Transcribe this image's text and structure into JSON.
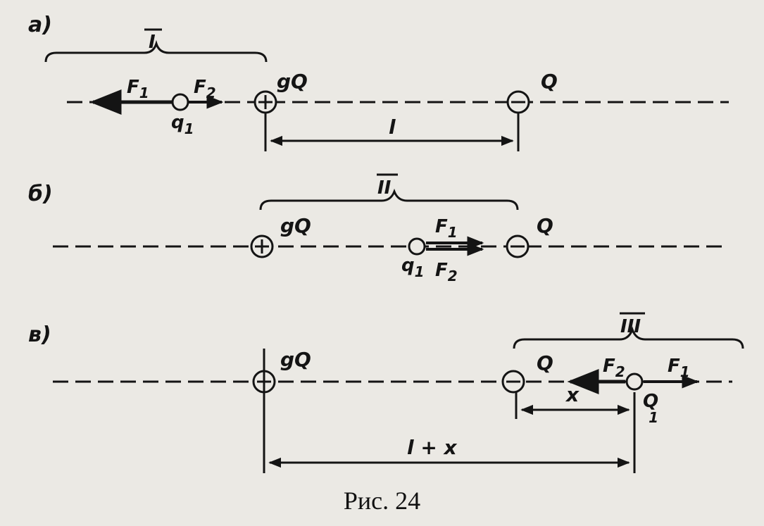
{
  "figure": {
    "caption": "Рис. 24",
    "panels": [
      {
        "id": "a",
        "panel_label": "а)",
        "region_label": "I",
        "charge_big_pos": "gQ",
        "charge_big_neg": "Q",
        "test_charge": "q",
        "test_charge_sub": "1",
        "force_left": "F",
        "force_left_sub": "1",
        "force_right": "F",
        "force_right_sub": "2",
        "distance": "l"
      },
      {
        "id": "b",
        "panel_label": "б)",
        "region_label": "II",
        "charge_big_pos": "gQ",
        "charge_big_neg": "Q",
        "test_charge": "q",
        "test_charge_sub": "1",
        "force_top": "F",
        "force_top_sub": "1",
        "force_bottom": "F",
        "force_bottom_sub": "2"
      },
      {
        "id": "c",
        "panel_label": "в)",
        "region_label": "III",
        "charge_big_pos": "gQ",
        "charge_big_neg": "Q",
        "test_charge": "Q",
        "test_charge_sub": "1",
        "force_left": "F",
        "force_left_sub": "2",
        "force_right": "F",
        "force_right_sub": "1",
        "distance_small": "x",
        "distance_total": "l + x"
      }
    ]
  },
  "style": {
    "ink": "#141414",
    "paper": "#ebe9e4"
  }
}
